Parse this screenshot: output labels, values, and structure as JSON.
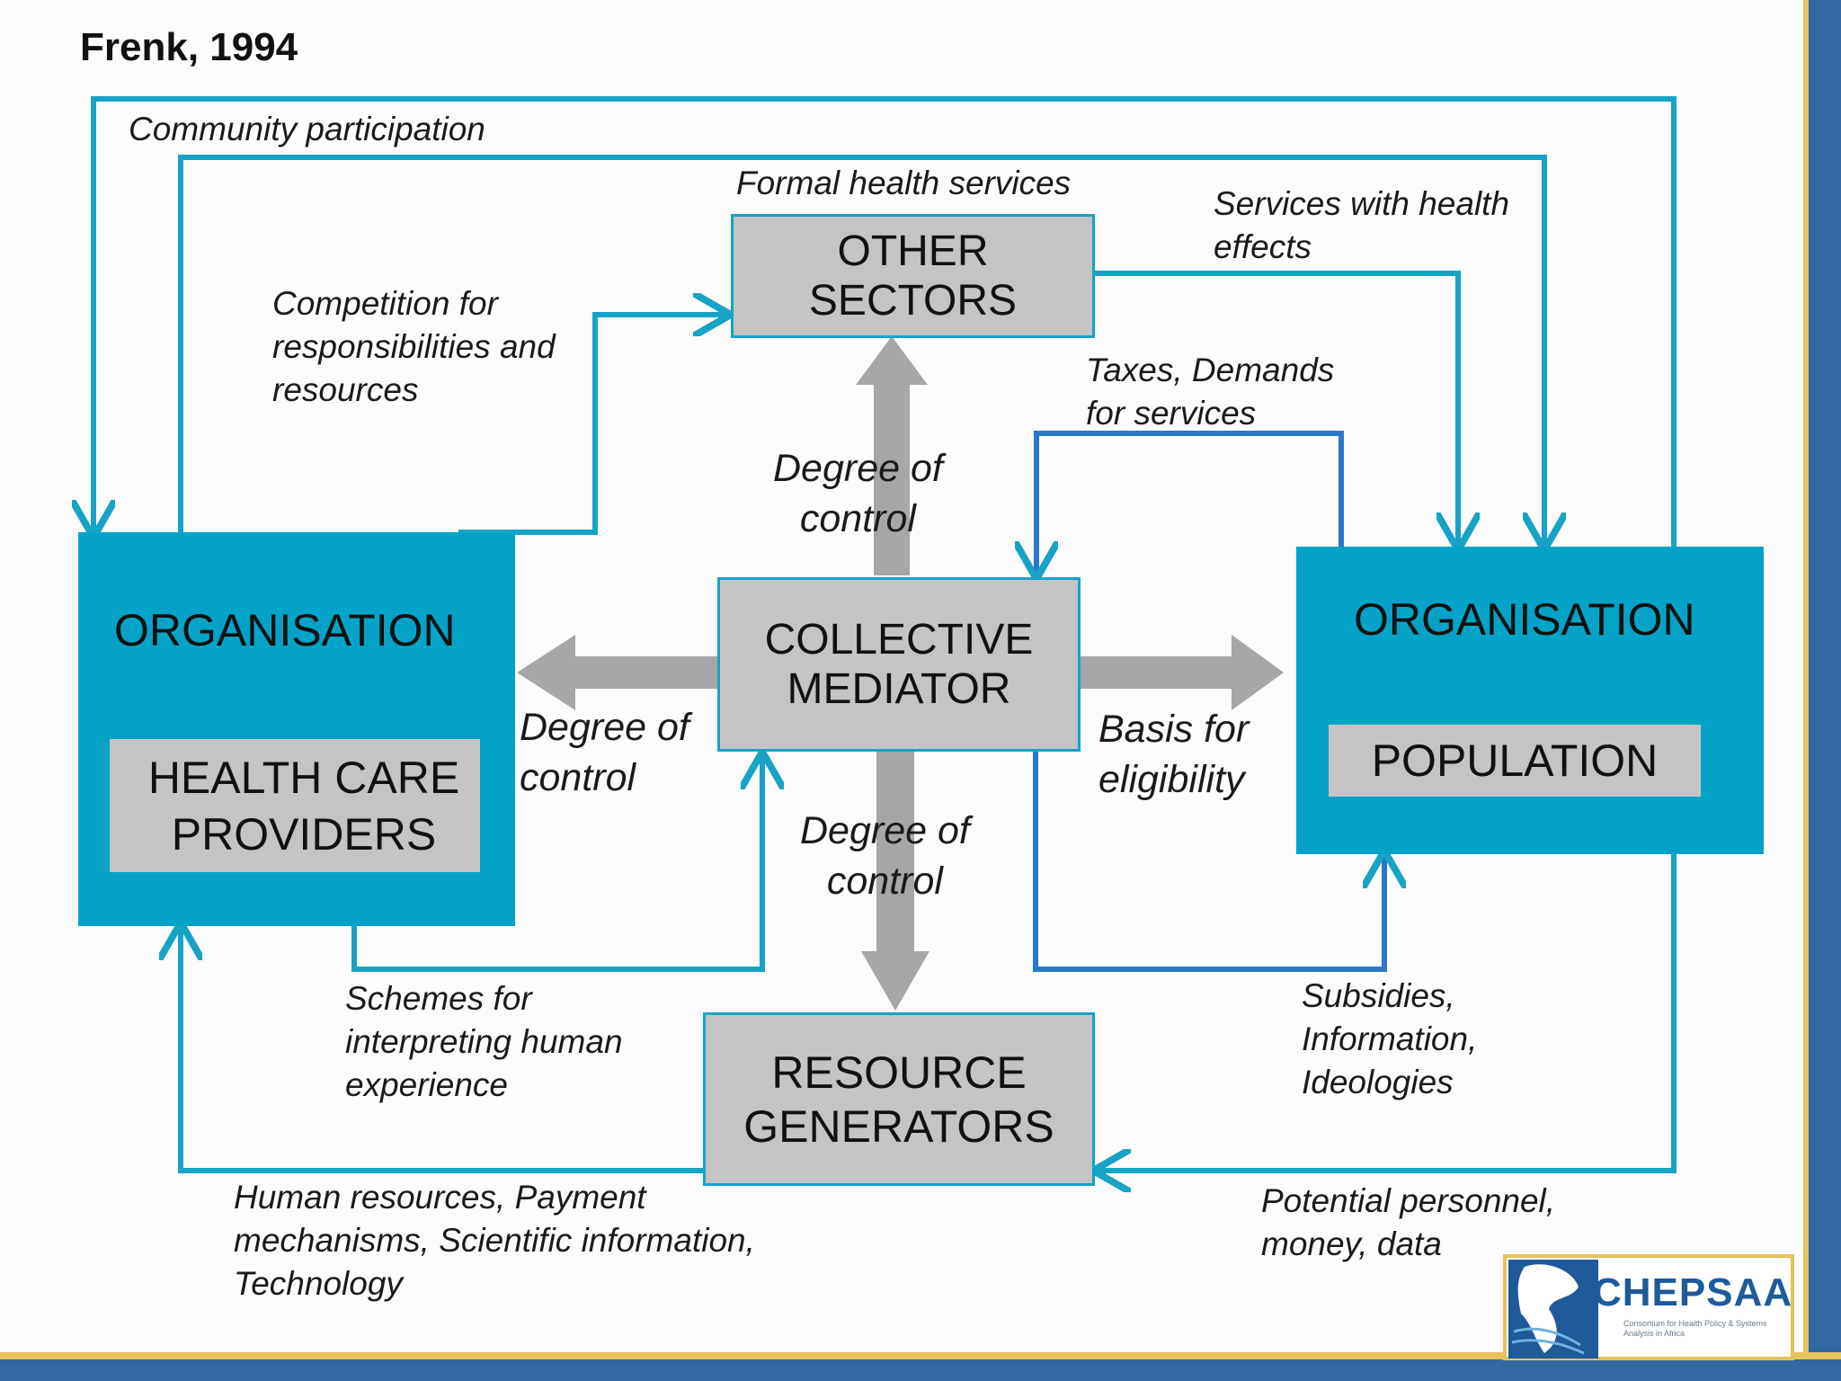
{
  "title": "Frenk, 1994",
  "boxes": {
    "other_sectors": "OTHER\nSECTORS",
    "collective_mediator": "COLLECTIVE\nMEDIATOR",
    "resource_generators": "RESOURCE\nGENERATORS",
    "organisation_left": "ORGANISATION",
    "health_care_providers": "HEALTH CARE\nPROVIDERS",
    "organisation_right": "ORGANISATION",
    "population": "POPULATION"
  },
  "labels": {
    "community_participation": "Community participation",
    "formal_health_services": "Formal health services",
    "services_with_health_effects": "Services with health\neffects",
    "competition": "Competition for\nresponsibilities and\nresources",
    "taxes_demands": "Taxes, Demands\nfor services",
    "degree_of_control_top": "Degree of\ncontrol",
    "degree_of_control_left": "Degree of\ncontrol",
    "basis_for_eligibility": "Basis for\neligibility",
    "degree_of_control_bottom": "Degree of\ncontrol",
    "schemes": "Schemes for\ninterpreting human\nexperience",
    "subsidies": "Subsidies,\nInformation,\nIdeologies",
    "human_resources": "Human resources, Payment\nmechanisms, Scientific information,\nTechnology",
    "potential_personnel": "Potential personnel,\nmoney, data"
  },
  "logo": {
    "name": "CHEPSAA",
    "subtitle": "Consortium for Health Policy & Systems Analysis in Africa"
  },
  "colors": {
    "line_blue": "#17a3c6",
    "line_dark_blue": "#2a78c8",
    "box_blue": "#05a2c7",
    "box_grey": "#c4c4c4",
    "arrow_grey": "#a7a6a8"
  }
}
